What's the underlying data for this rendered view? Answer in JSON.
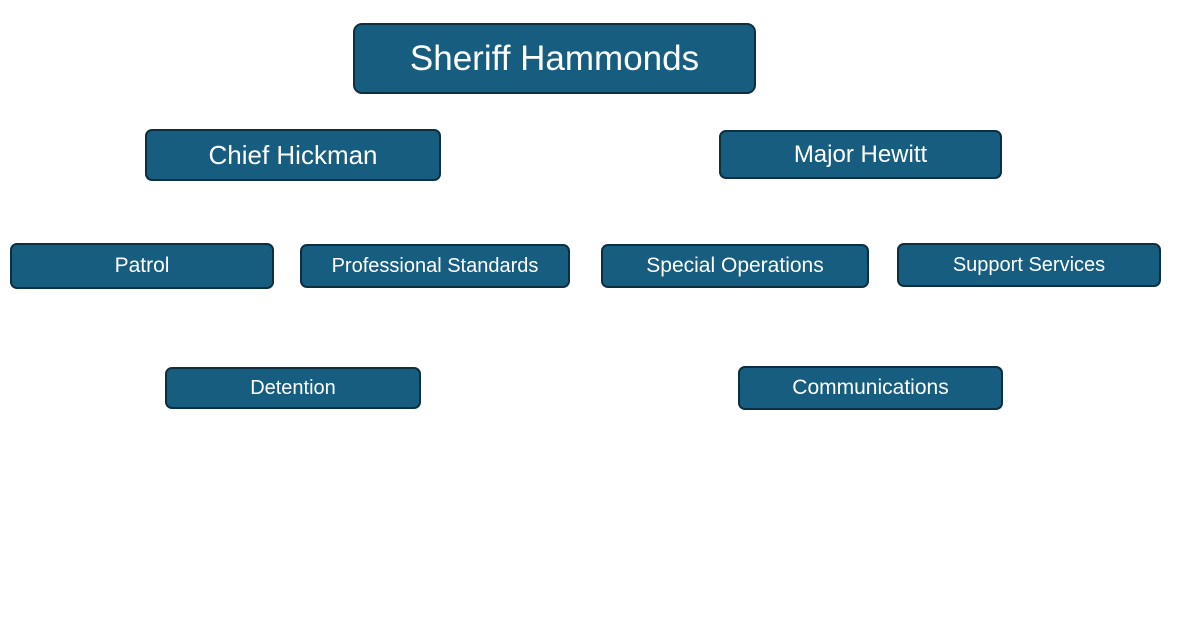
{
  "colors": {
    "node_fill": "#165d80",
    "node_border": "#0e2f42",
    "node_text": "#ffffff",
    "background": "#ffffff"
  },
  "org_chart": {
    "top": {
      "label": "Sheriff Hammonds"
    },
    "level2": [
      {
        "label": "Chief Hickman"
      },
      {
        "label": "Major Hewitt"
      }
    ],
    "level3": [
      {
        "label": "Patrol"
      },
      {
        "label": "Professional Standards"
      },
      {
        "label": "Special Operations"
      },
      {
        "label": "Support Services"
      }
    ],
    "level4": [
      {
        "label": "Detention"
      },
      {
        "label": "Communications"
      }
    ]
  }
}
